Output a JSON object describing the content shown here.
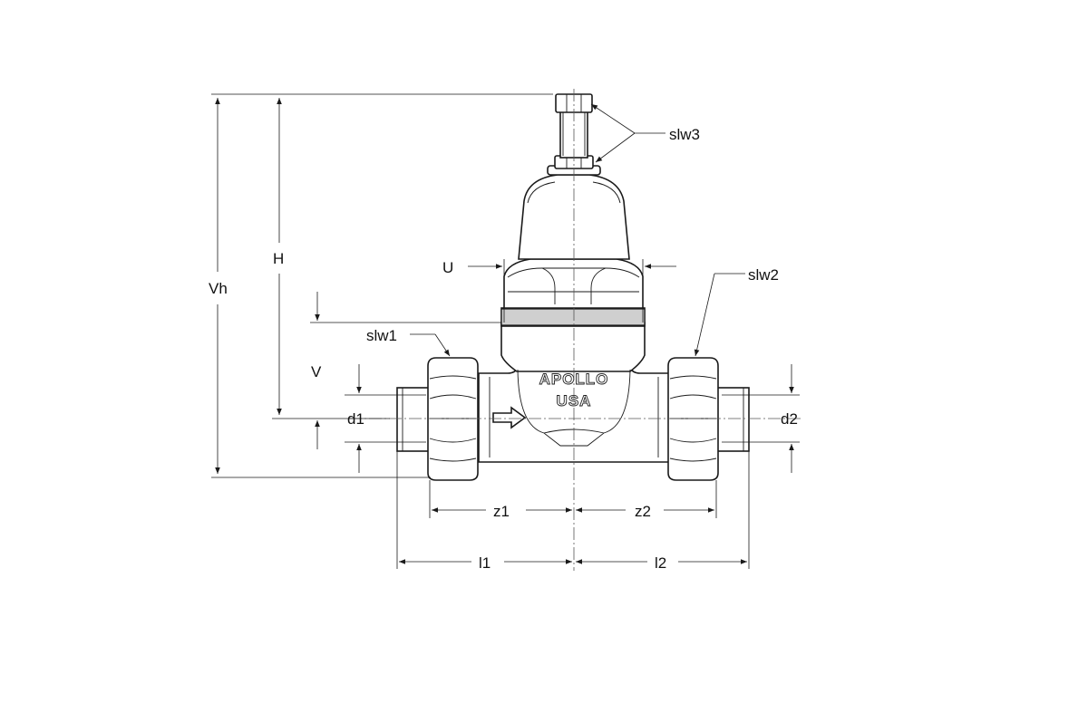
{
  "labels": {
    "Vh": "Vh",
    "H": "H",
    "U": "U",
    "V": "V",
    "d1": "d1",
    "d2": "d2",
    "z1": "z1",
    "z2": "z2",
    "l1": "l1",
    "l2": "l2",
    "slw1": "slw1",
    "slw2": "slw2",
    "slw3": "slw3"
  },
  "body_markings": {
    "line1": "APOLLO",
    "line2": "USA"
  }
}
